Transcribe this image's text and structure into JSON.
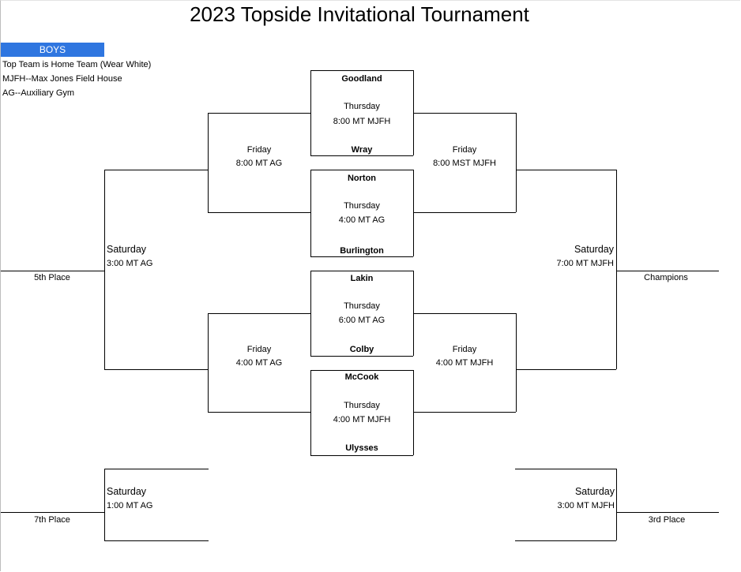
{
  "title": "2023 Topside Invitational Tournament",
  "division": "BOYS",
  "notes": [
    "Top Team is Home Team (Wear White)",
    "MJFH--Max Jones Field House",
    "AG--Auxiliary Gym"
  ],
  "thursday_games": [
    {
      "top": "Goodland",
      "bottom": "Wray",
      "day": "Thursday",
      "time": "8:00 MT MJFH"
    },
    {
      "top": "Norton",
      "bottom": "Burlington",
      "day": "Thursday",
      "time": "4:00 MT AG"
    },
    {
      "top": "Lakin",
      "bottom": "Colby",
      "day": "Thursday",
      "time": "6:00 MT AG"
    },
    {
      "top": "McCook",
      "bottom": "Ulysses",
      "day": "Thursday",
      "time": "4:00 MT MJFH"
    }
  ],
  "friday_games": {
    "upper_left": {
      "day": "Friday",
      "time": "8:00 MT AG"
    },
    "upper_right": {
      "day": "Friday",
      "time": "8:00 MST MJFH"
    },
    "lower_left": {
      "day": "Friday",
      "time": "4:00 MT AG"
    },
    "lower_right": {
      "day": "Friday",
      "time": "4:00 MT MJFH"
    }
  },
  "saturday_games": {
    "fifth": {
      "day": "Saturday",
      "time": "3:00 MT AG",
      "label": "5th Place"
    },
    "championship": {
      "day": "Saturday",
      "time": "7:00 MT MJFH",
      "label": "Champions"
    },
    "seventh": {
      "day": "Saturday",
      "time": "1:00 MT AG",
      "label": "7th Place"
    },
    "third": {
      "day": "Saturday",
      "time": "3:00 MT MJFH",
      "label": "3rd Place"
    }
  }
}
